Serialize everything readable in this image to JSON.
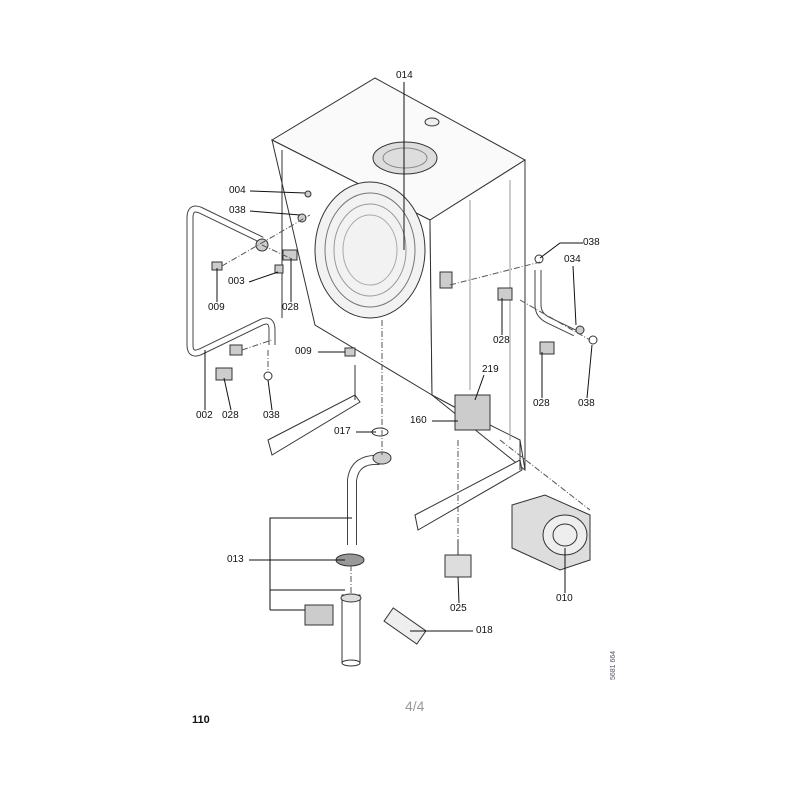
{
  "diagram": {
    "part_labels": [
      {
        "id": "014",
        "text": "014"
      },
      {
        "id": "004",
        "text": "004"
      },
      {
        "id": "038a",
        "text": "038"
      },
      {
        "id": "009a",
        "text": "009"
      },
      {
        "id": "003",
        "text": "003"
      },
      {
        "id": "028a",
        "text": "028"
      },
      {
        "id": "002",
        "text": "002"
      },
      {
        "id": "028b",
        "text": "028"
      },
      {
        "id": "038b",
        "text": "038"
      },
      {
        "id": "009b",
        "text": "009"
      },
      {
        "id": "017",
        "text": "017"
      },
      {
        "id": "160",
        "text": "160"
      },
      {
        "id": "219",
        "text": "219"
      },
      {
        "id": "038c",
        "text": "038"
      },
      {
        "id": "034",
        "text": "034"
      },
      {
        "id": "028c",
        "text": "028"
      },
      {
        "id": "028d",
        "text": "028"
      },
      {
        "id": "038d",
        "text": "038"
      },
      {
        "id": "013",
        "text": "013"
      },
      {
        "id": "025",
        "text": "025"
      },
      {
        "id": "010",
        "text": "010"
      },
      {
        "id": "018",
        "text": "018"
      }
    ],
    "drawing_code": "5681 664"
  },
  "footer": {
    "page_indicator": "4/4",
    "page_number": "110"
  }
}
